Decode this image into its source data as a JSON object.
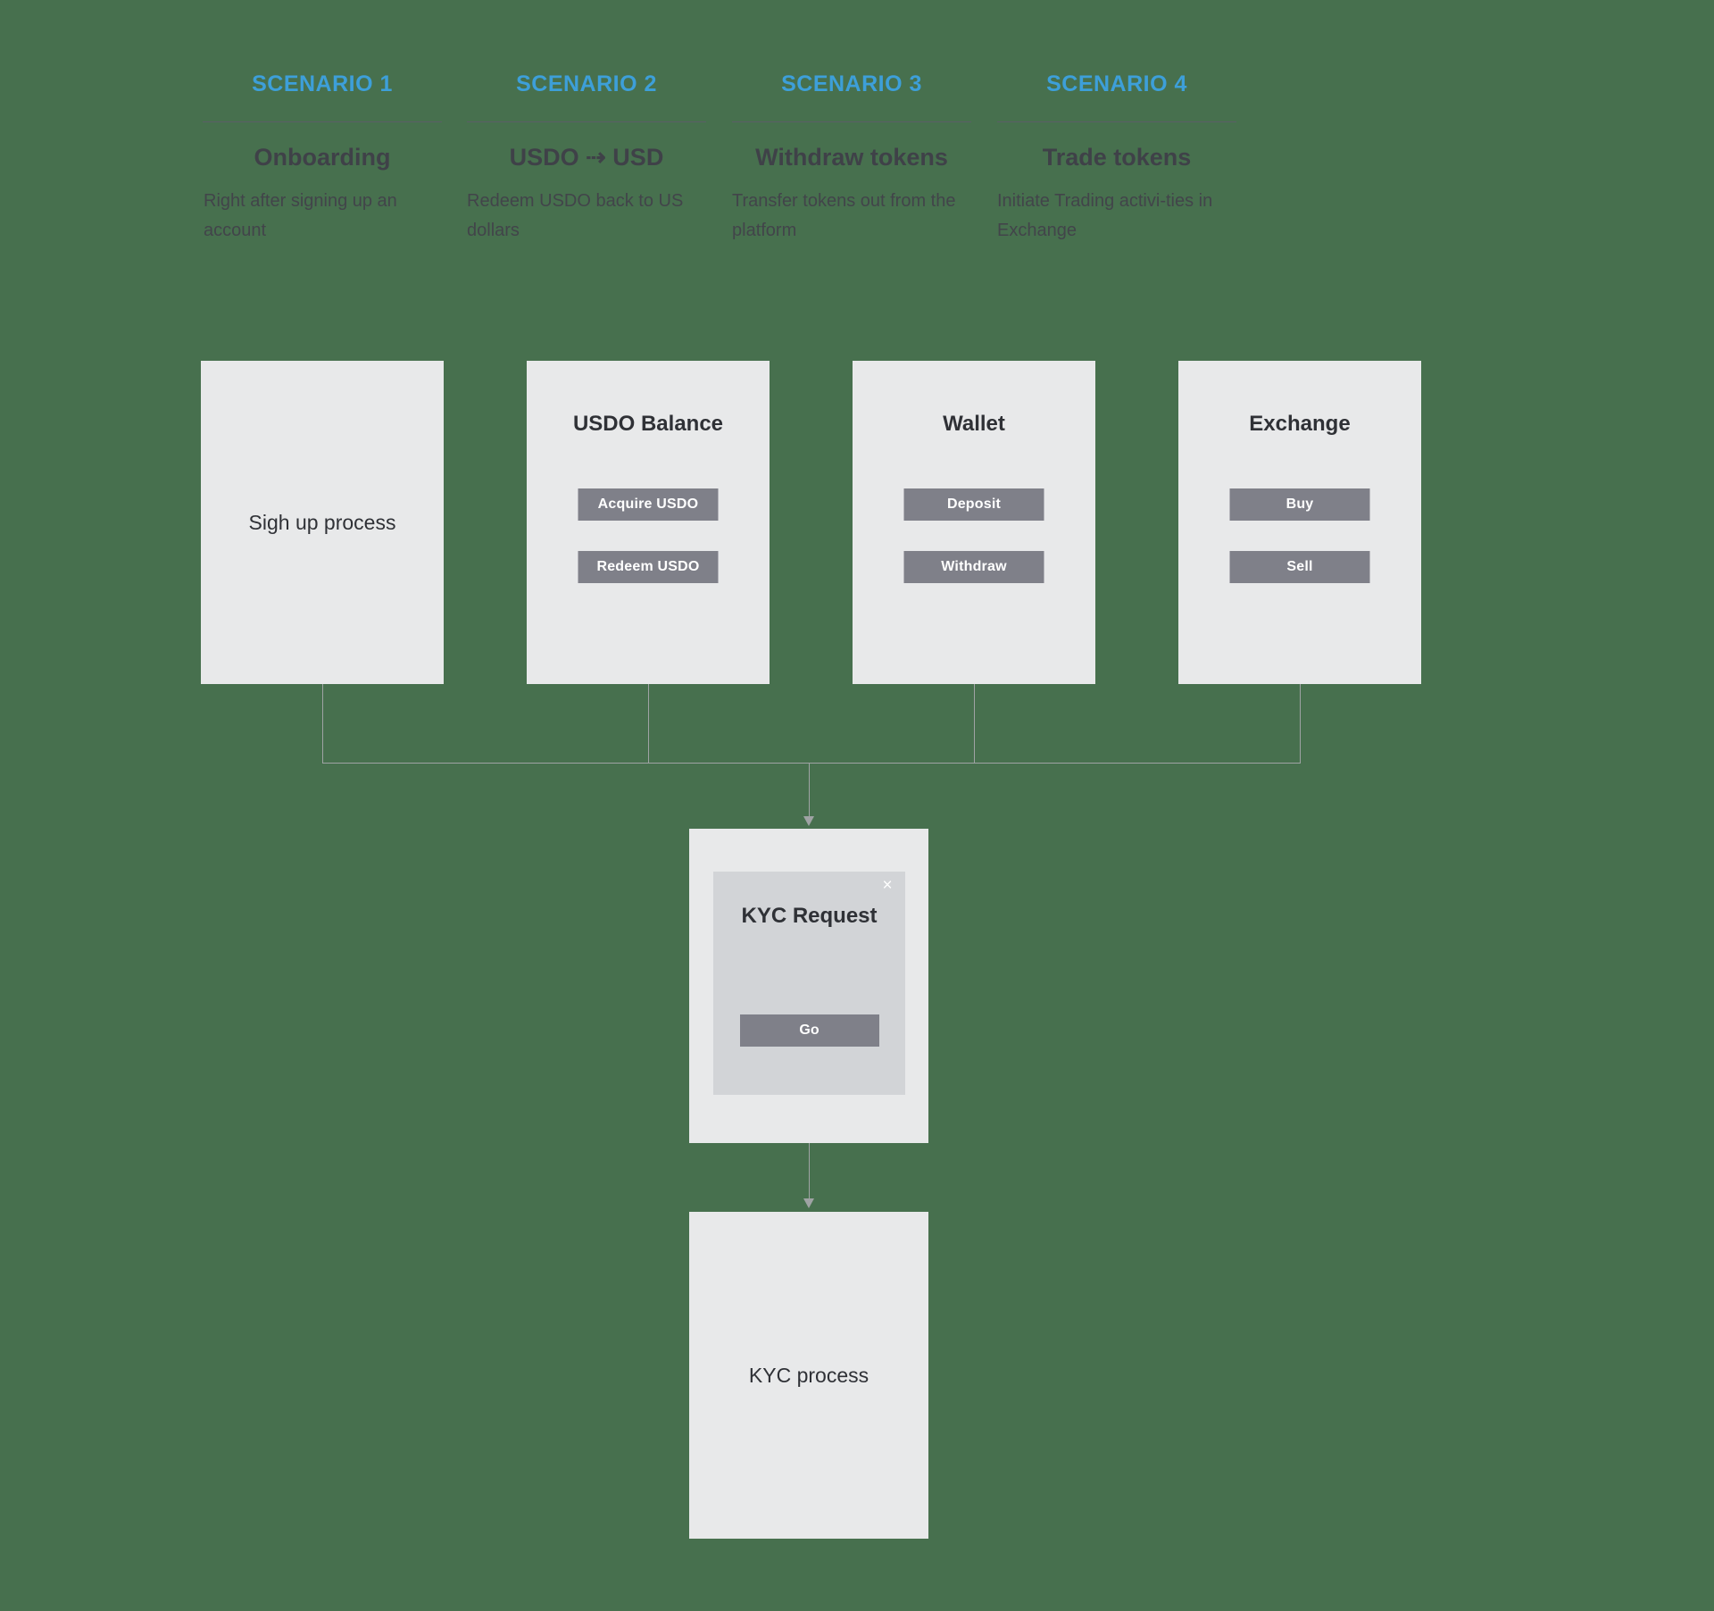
{
  "theme": {
    "background": "#47704e",
    "accent": "#3d9fd9",
    "card_bg": "#e8e9ea",
    "dialog_bg": "#d2d4d7",
    "button_bg": "#7f8089",
    "line": "#9fa3a4",
    "text_dark": "#2f3136"
  },
  "scenarios": [
    {
      "tag": "SCENARIO 1",
      "title": "Onboarding",
      "description": "Right after signing up an account"
    },
    {
      "tag": "SCENARIO 2",
      "title": "USDO ⇢ USD",
      "description": "Redeem USDO back to US dollars"
    },
    {
      "tag": "SCENARIO 3",
      "title": "Withdraw tokens",
      "description": "Transfer tokens out from the platform"
    },
    {
      "tag": "SCENARIO 4",
      "title": "Trade tokens",
      "description": "Initiate Trading activi-ties in Exchange"
    }
  ],
  "cards": [
    {
      "name": "signup",
      "center_label": "Sigh up process",
      "title": "",
      "buttons": []
    },
    {
      "name": "usdo-balance",
      "center_label": "",
      "title": "USDO Balance",
      "buttons": [
        {
          "label": "Acquire USDO"
        },
        {
          "label": "Redeem USDO"
        }
      ]
    },
    {
      "name": "wallet",
      "center_label": "",
      "title": "Wallet",
      "buttons": [
        {
          "label": "Deposit"
        },
        {
          "label": "Withdraw"
        }
      ]
    },
    {
      "name": "exchange",
      "center_label": "",
      "title": "Exchange",
      "buttons": [
        {
          "label": "Buy"
        },
        {
          "label": "Sell"
        }
      ]
    }
  ],
  "modal": {
    "title": "KYC Request",
    "close_icon": "×",
    "primary_button": "Go"
  },
  "kyc_process": {
    "label": "KYC process"
  }
}
